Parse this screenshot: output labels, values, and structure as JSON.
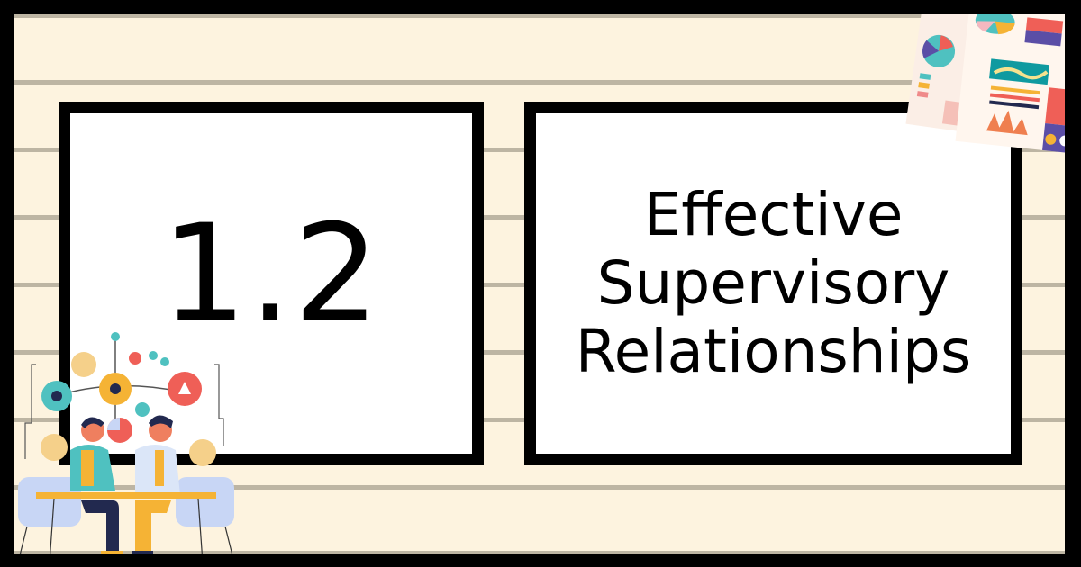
{
  "slide": {
    "number": "1.2",
    "title_lines": [
      "Effective",
      "Supervisory",
      "Relationships"
    ]
  },
  "colors": {
    "background": "#fdf3df",
    "stripe": "#bdb5a3",
    "border": "#000000",
    "box_fill": "#ffffff",
    "accent_teal": "#4fc1c0",
    "accent_yellow": "#f5b335",
    "accent_coral": "#ef5f57",
    "accent_navy": "#22294f",
    "accent_purple": "#5b4ea6"
  },
  "icons": {
    "top_right": "infographic-dashboard-illustration",
    "bottom_left": "two-people-meeting-illustration"
  }
}
